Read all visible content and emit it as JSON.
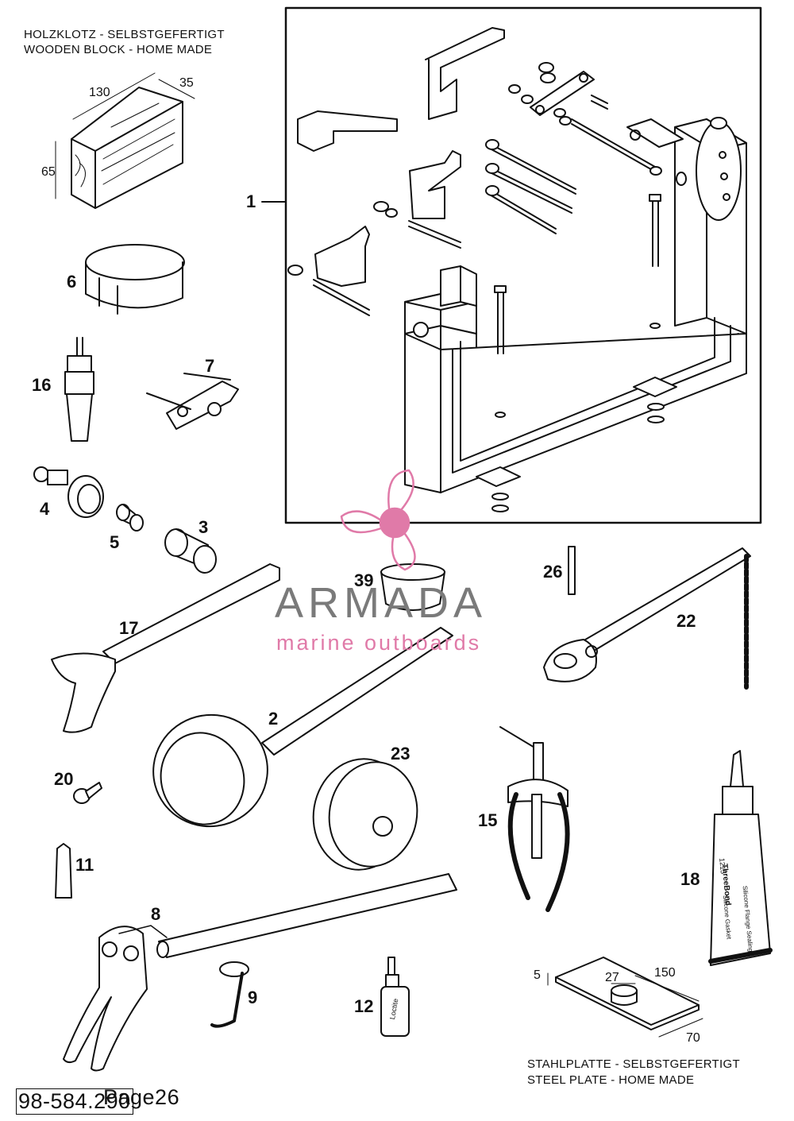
{
  "notes": {
    "wooden_de": "HOLZKLOTZ - SELBSTGEFERTIGT",
    "wooden_en": "WOODEN BLOCK - HOME MADE",
    "plate_de": "STAHLPLATTE - SELBSTGEFERTIGT",
    "plate_en": "STEEL PLATE - HOME MADE"
  },
  "dimensions": {
    "block_length": "130",
    "block_width": "35",
    "block_height": "65",
    "plate_thickness": "5",
    "plate_hole": "27",
    "plate_length": "150",
    "plate_width": "70"
  },
  "callouts": [
    "1",
    "6",
    "16",
    "7",
    "4",
    "5",
    "3",
    "26",
    "39",
    "22",
    "17",
    "2",
    "23",
    "20",
    "15",
    "11",
    "18",
    "8",
    "9",
    "12"
  ],
  "tube_label": {
    "brand": "ThreeBond",
    "code": "1215",
    "line1": "Silicone Gasket",
    "line2": "Silicone Flange Sealing"
  },
  "bottle_label": "Loctite",
  "logo": {
    "name": "ARMADA",
    "tagline": "marine outboards",
    "color_primary": "#e07aa8",
    "color_text": "#7a7a7a"
  },
  "footer": {
    "part_number": "98-584.290",
    "page": "Page26"
  }
}
